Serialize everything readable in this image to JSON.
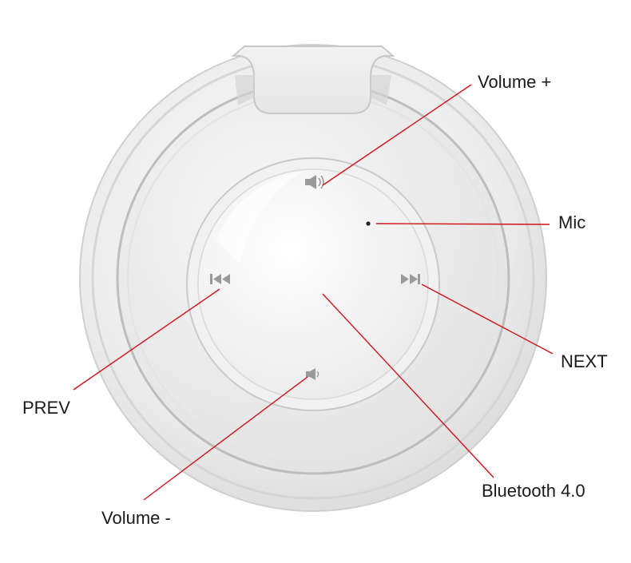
{
  "callouts": {
    "volume_up": "Volume +",
    "mic": "Mic",
    "next": "NEXT",
    "prev": "PREV",
    "bluetooth": "Bluetooth 4.0",
    "volume_down": "Volume -"
  },
  "icons": {
    "volume_up": "speaker-loud-icon",
    "volume_down": "speaker-quiet-icon",
    "next": "skip-next-icon",
    "prev": "skip-previous-icon",
    "mic": "mic-hole-icon"
  },
  "colors": {
    "callout_line": "#d0121b",
    "body": "#ededed",
    "outline": "#c4c4c4",
    "icon": "#9a9a9a"
  }
}
